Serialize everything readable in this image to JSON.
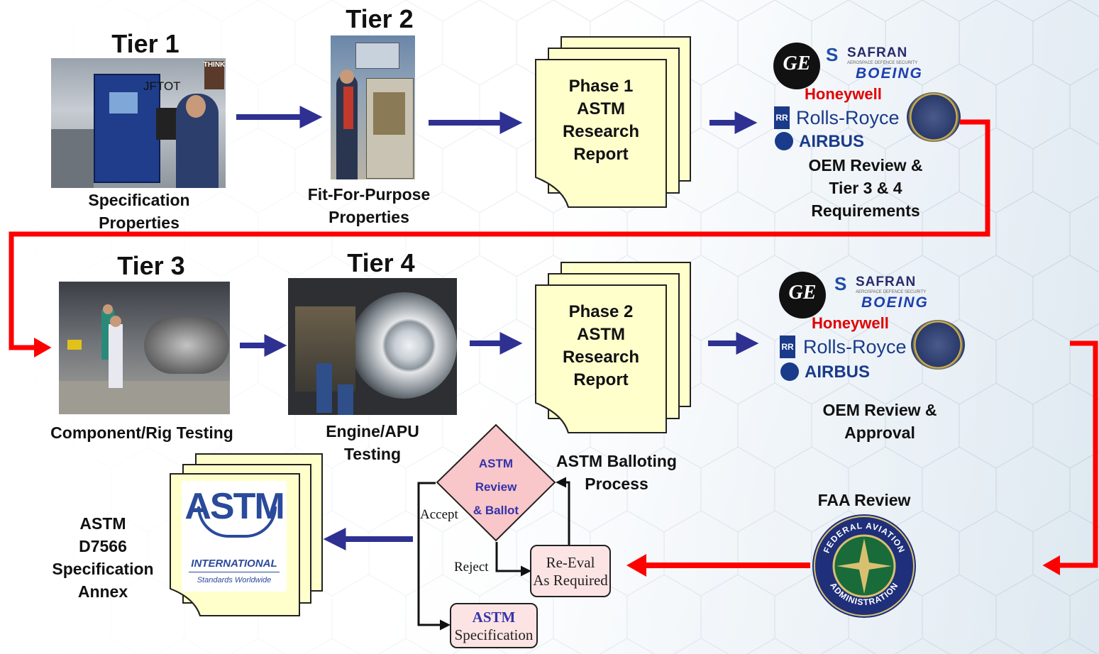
{
  "tiers": {
    "tier1": "Tier 1",
    "tier2": "Tier 2",
    "tier3": "Tier 3",
    "tier4": "Tier 4"
  },
  "photos": {
    "jftot_label": "JFTOT",
    "think_label": "THINK"
  },
  "captions": {
    "spec_props_1": "Specification",
    "spec_props_2": "Properties",
    "ffp_1": "Fit-For-Purpose",
    "ffp_2": "Properties",
    "rig": "Component/Rig Testing",
    "engine_1": "Engine/APU",
    "engine_2": "Testing"
  },
  "reports": {
    "phase1": [
      "Phase 1",
      "ASTM",
      "Research",
      "Report"
    ],
    "phase2": [
      "Phase 2",
      "ASTM",
      "Research",
      "Report"
    ]
  },
  "oem": {
    "logos": {
      "ge": "GE",
      "safran": "SAFRAN",
      "safran_sub": "AEROSPACE DEFENCE SECURITY",
      "boeing": "BOEING",
      "honeywell": "Honeywell",
      "rr": "Rolls-Royce",
      "rr_badge": "RR",
      "airbus": "AIRBUS"
    },
    "review1": [
      "OEM Review &",
      "Tier 3 & 4",
      "Requirements"
    ],
    "review2": [
      "OEM Review &",
      "Approval"
    ]
  },
  "faa": {
    "title": "FAA Review",
    "seal_top": "FEDERAL AVIATION",
    "seal_bottom": "ADMINISTRATION"
  },
  "balloting": {
    "title_1": "ASTM Balloting",
    "title_2": "Process",
    "diamond": [
      "ASTM",
      "Review",
      "& Ballot"
    ],
    "accept": "Accept",
    "reject": "Reject",
    "reeval_1": "Re-Eval",
    "reeval_2": "As Required",
    "spec_1": "ASTM",
    "spec_2": "Specification"
  },
  "final": {
    "label": [
      "ASTM",
      "D7566",
      "Specification",
      "Annex"
    ],
    "logo_text": "ASTM",
    "intl": "INTERNATIONAL",
    "sw": "Standards Worldwide"
  },
  "colors": {
    "arrow_blue": "#2e3192",
    "flow_red": "#ff0000",
    "doc_yellow": "#ffffcc",
    "diamond_pink": "#f9c6c9",
    "box_pink": "#fce4e4",
    "diamond_text": "#3333aa"
  }
}
